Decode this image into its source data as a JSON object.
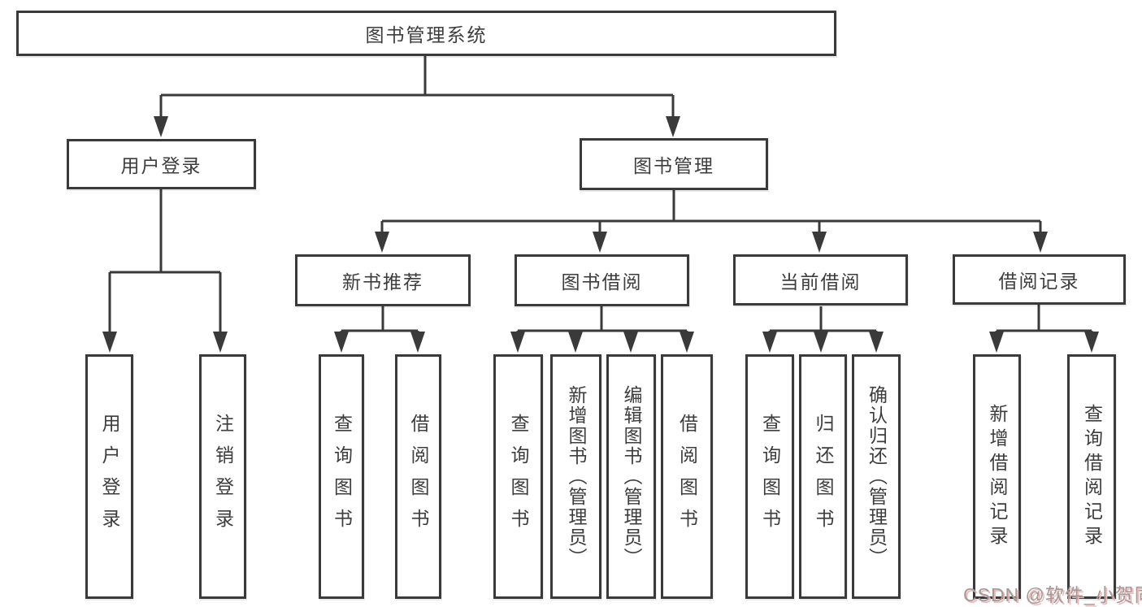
{
  "diagram": {
    "type": "hierarchy-tree",
    "tree": {
      "label": "图书管理系统",
      "children": [
        {
          "label": "用户登录",
          "children": [
            {
              "label": "用户登录"
            },
            {
              "label": "注销登录"
            }
          ]
        },
        {
          "label": "图书管理",
          "children": [
            {
              "label": "新书推荐",
              "children": [
                {
                  "label": "查询图书"
                },
                {
                  "label": "借阅图书"
                }
              ]
            },
            {
              "label": "图书借阅",
              "children": [
                {
                  "label": "查询图书"
                },
                {
                  "label": "新增图书（管理员）"
                },
                {
                  "label": "编辑图书（管理员）"
                },
                {
                  "label": "借阅图书"
                }
              ]
            },
            {
              "label": "当前借阅",
              "children": [
                {
                  "label": "查询图书"
                },
                {
                  "label": "归还图书"
                },
                {
                  "label": "确认归还（管理员）"
                }
              ]
            },
            {
              "label": "借阅记录",
              "children": [
                {
                  "label": "新增借阅记录"
                },
                {
                  "label": "查询借阅记录"
                }
              ]
            }
          ]
        }
      ]
    },
    "colors": {
      "line": "#3a3a3a",
      "box_border": "#3a3a3a",
      "box_fill": "#ffffff",
      "text": "#3d3d3d",
      "background": "#ffffff",
      "watermark_gray": "#9c9c9c",
      "watermark_pink": "#f5b8b4"
    }
  },
  "watermark": {
    "text": "CSDN @软件_小贺同学"
  }
}
